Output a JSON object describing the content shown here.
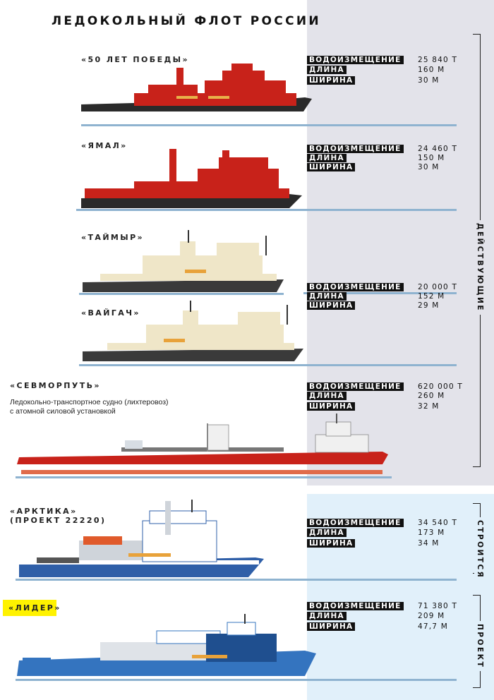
{
  "title": "ЛЕДОКОЛЬНЫЙ ФЛОТ РОССИИ",
  "spec_labels": {
    "displacement": "ВОДОИЗМЕЩЕНИЕ",
    "length": "ДЛИНА",
    "width": "ШИРИНА"
  },
  "ships": [
    {
      "name": "«50 ЛЕТ ПОБЕДЫ»",
      "displacement": "25 840 Т",
      "length": "160 М",
      "width": "30 М",
      "hull_label": "50 ЛЕТ ПОБЕДЫ"
    },
    {
      "name": "«ЯМАЛ»",
      "displacement": "24 460 Т",
      "length": "150 М",
      "width": "30 М",
      "hull_label": "ЯМАЛ"
    },
    {
      "name": "«ТАЙМЫР»",
      "hull_label": "ТАЙМЫР"
    },
    {
      "name": "«ВАЙГАЧ»",
      "displacement": "20 000 Т",
      "length": "152 М",
      "width": "29 М",
      "hull_label": "ВАЙГАЧ"
    },
    {
      "name": "«СЕВМОРПУТЬ»",
      "desc1": "Ледокольно-транспортное судно (лихтеровоз)",
      "desc2": "с атомной силовой установкой",
      "displacement": "620 000 Т",
      "length": "260 М",
      "width": "32 М",
      "hull_label": "СЕВМОРПУТЬ"
    },
    {
      "name": "«АРКТИКА»",
      "name2": "(ПРОЕКТ 22220)",
      "displacement": "34 540 Т",
      "length": "173 М",
      "width": "34 М",
      "hull_label": "АРКТИКА"
    },
    {
      "name": "«ЛИДЕР»",
      "displacement": "71 380 Т",
      "length": "209 М",
      "width": "47,7 М",
      "hull_label": "ЛИДЕР"
    }
  ],
  "groups": {
    "active": "ДЕЙСТВУЮЩИЕ",
    "building": "СТРОИТСЯ",
    "project": "ПРОЕКТ"
  },
  "colors": {
    "red_hull": "#c8221a",
    "dark_hull": "#3a3a3a",
    "cream": "#efe6c8",
    "arktika_blue": "#2f5fa8",
    "lider_blue": "#3474bf",
    "highlight": "#fff200",
    "water": "#8fb3d0"
  }
}
